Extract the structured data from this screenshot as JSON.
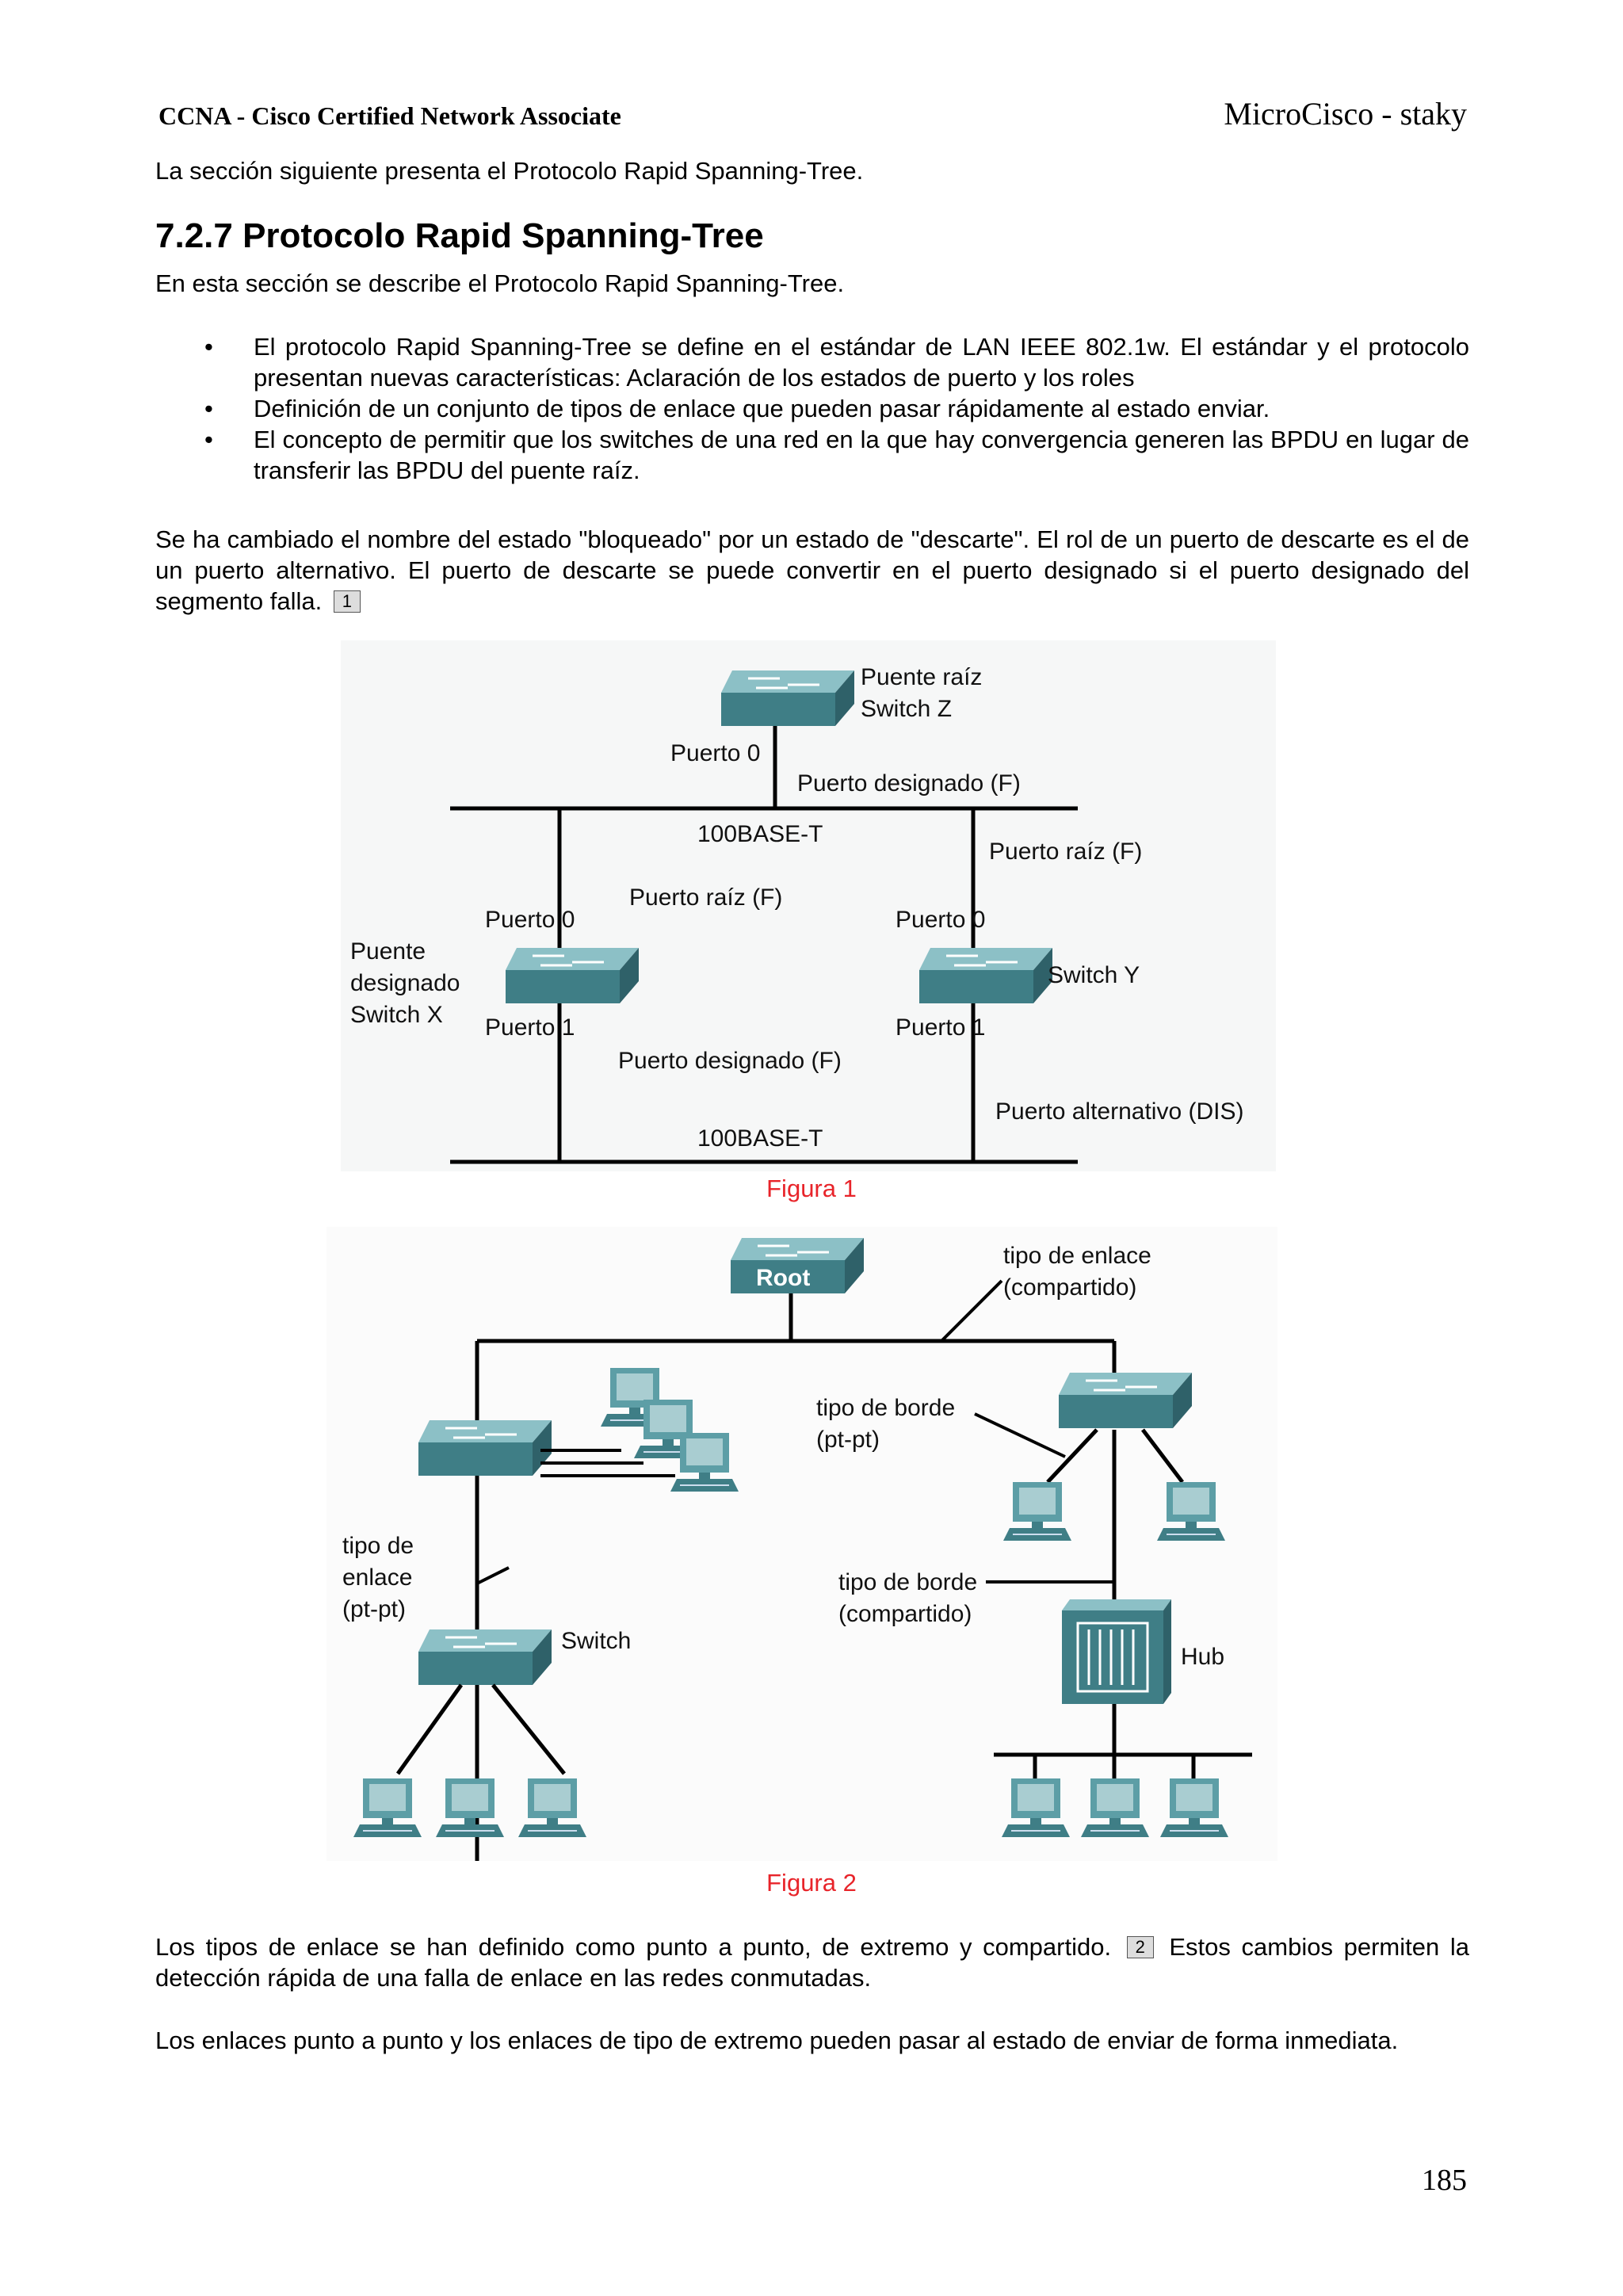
{
  "header": {
    "left": "CCNA - Cisco Certified Network Associate",
    "right": "MicroCisco - staky"
  },
  "intro_line": "La sección siguiente presenta el Protocolo Rapid Spanning-Tree.",
  "section": {
    "title": "7.2.7 Protocolo Rapid Spanning-Tree",
    "subtitle": "En esta sección se describe el Protocolo Rapid Spanning-Tree."
  },
  "bullets": [
    "El protocolo Rapid Spanning-Tree se define en el estándar de LAN IEEE 802.1w. El estándar y el protocolo presentan nuevas características: Aclaración de los estados de puerto y los roles",
    "Definición de un conjunto de tipos de enlace que pueden pasar rápidamente al estado enviar.",
    "El concepto de permitir que los switches de una red en la que hay convergencia generen las BPDU en lugar de transferir las BPDU del puente raíz."
  ],
  "para1": {
    "text": "Se ha cambiado el nombre del estado \"bloqueado\" por un estado de \"descarte\". El rol de un puerto de descarte es el de un puerto alternativo. El puerto de descarte se puede convertir en el puerto designado si el puerto designado del segmento falla.",
    "ref": "1"
  },
  "figure1": {
    "caption": "Figura 1",
    "labels": {
      "root_bridge": "Puente raíz",
      "switch_z": "Switch Z",
      "z_port0": "Puerto 0",
      "z_designated": "Puerto designado (F)",
      "seg_top": "100BASE-T",
      "y_root_port": "Puerto raíz (F)",
      "x_root_port": "Puerto raíz (F)",
      "x_port0": "Puerto 0",
      "y_port0": "Puerto 0",
      "designated_bridge_1": "Puente",
      "designated_bridge_2": "designado",
      "switch_x": "Switch X",
      "switch_y": "Switch Y",
      "x_port1": "Puerto 1",
      "y_port1": "Puerto 1",
      "x_designated": "Puerto designado (F)",
      "y_alternate": "Puerto alternativo (DIS)",
      "seg_bottom": "100BASE-T"
    }
  },
  "figure2": {
    "caption": "Figura 2",
    "labels": {
      "root": "Root",
      "link_shared_1": "tipo de enlace",
      "link_shared_2": "(compartido)",
      "edge_ptpt_1": "tipo de borde",
      "edge_ptpt_2": "(pt-pt)",
      "link_ptpt_1": "tipo de",
      "link_ptpt_2": "enlace",
      "link_ptpt_3": "(pt-pt)",
      "edge_shared_1": "tipo de borde",
      "edge_shared_2": "(compartido)",
      "switch": "Switch",
      "hub": "Hub"
    }
  },
  "para2": {
    "before": "Los tipos de enlace se han definido como punto a punto, de extremo y compartido.",
    "ref": "2",
    "after": "Estos cambios permiten la detección rápida de una falla de enlace en las redes conmutadas."
  },
  "para3": "Los enlaces punto a punto y los enlaces de tipo de extremo pueden pasar al estado de enviar de forma inmediata.",
  "page_number": "185",
  "colors": {
    "caption": "#e8242a",
    "switch_top": "#5d9ea6",
    "switch_front": "#3f7e86"
  }
}
